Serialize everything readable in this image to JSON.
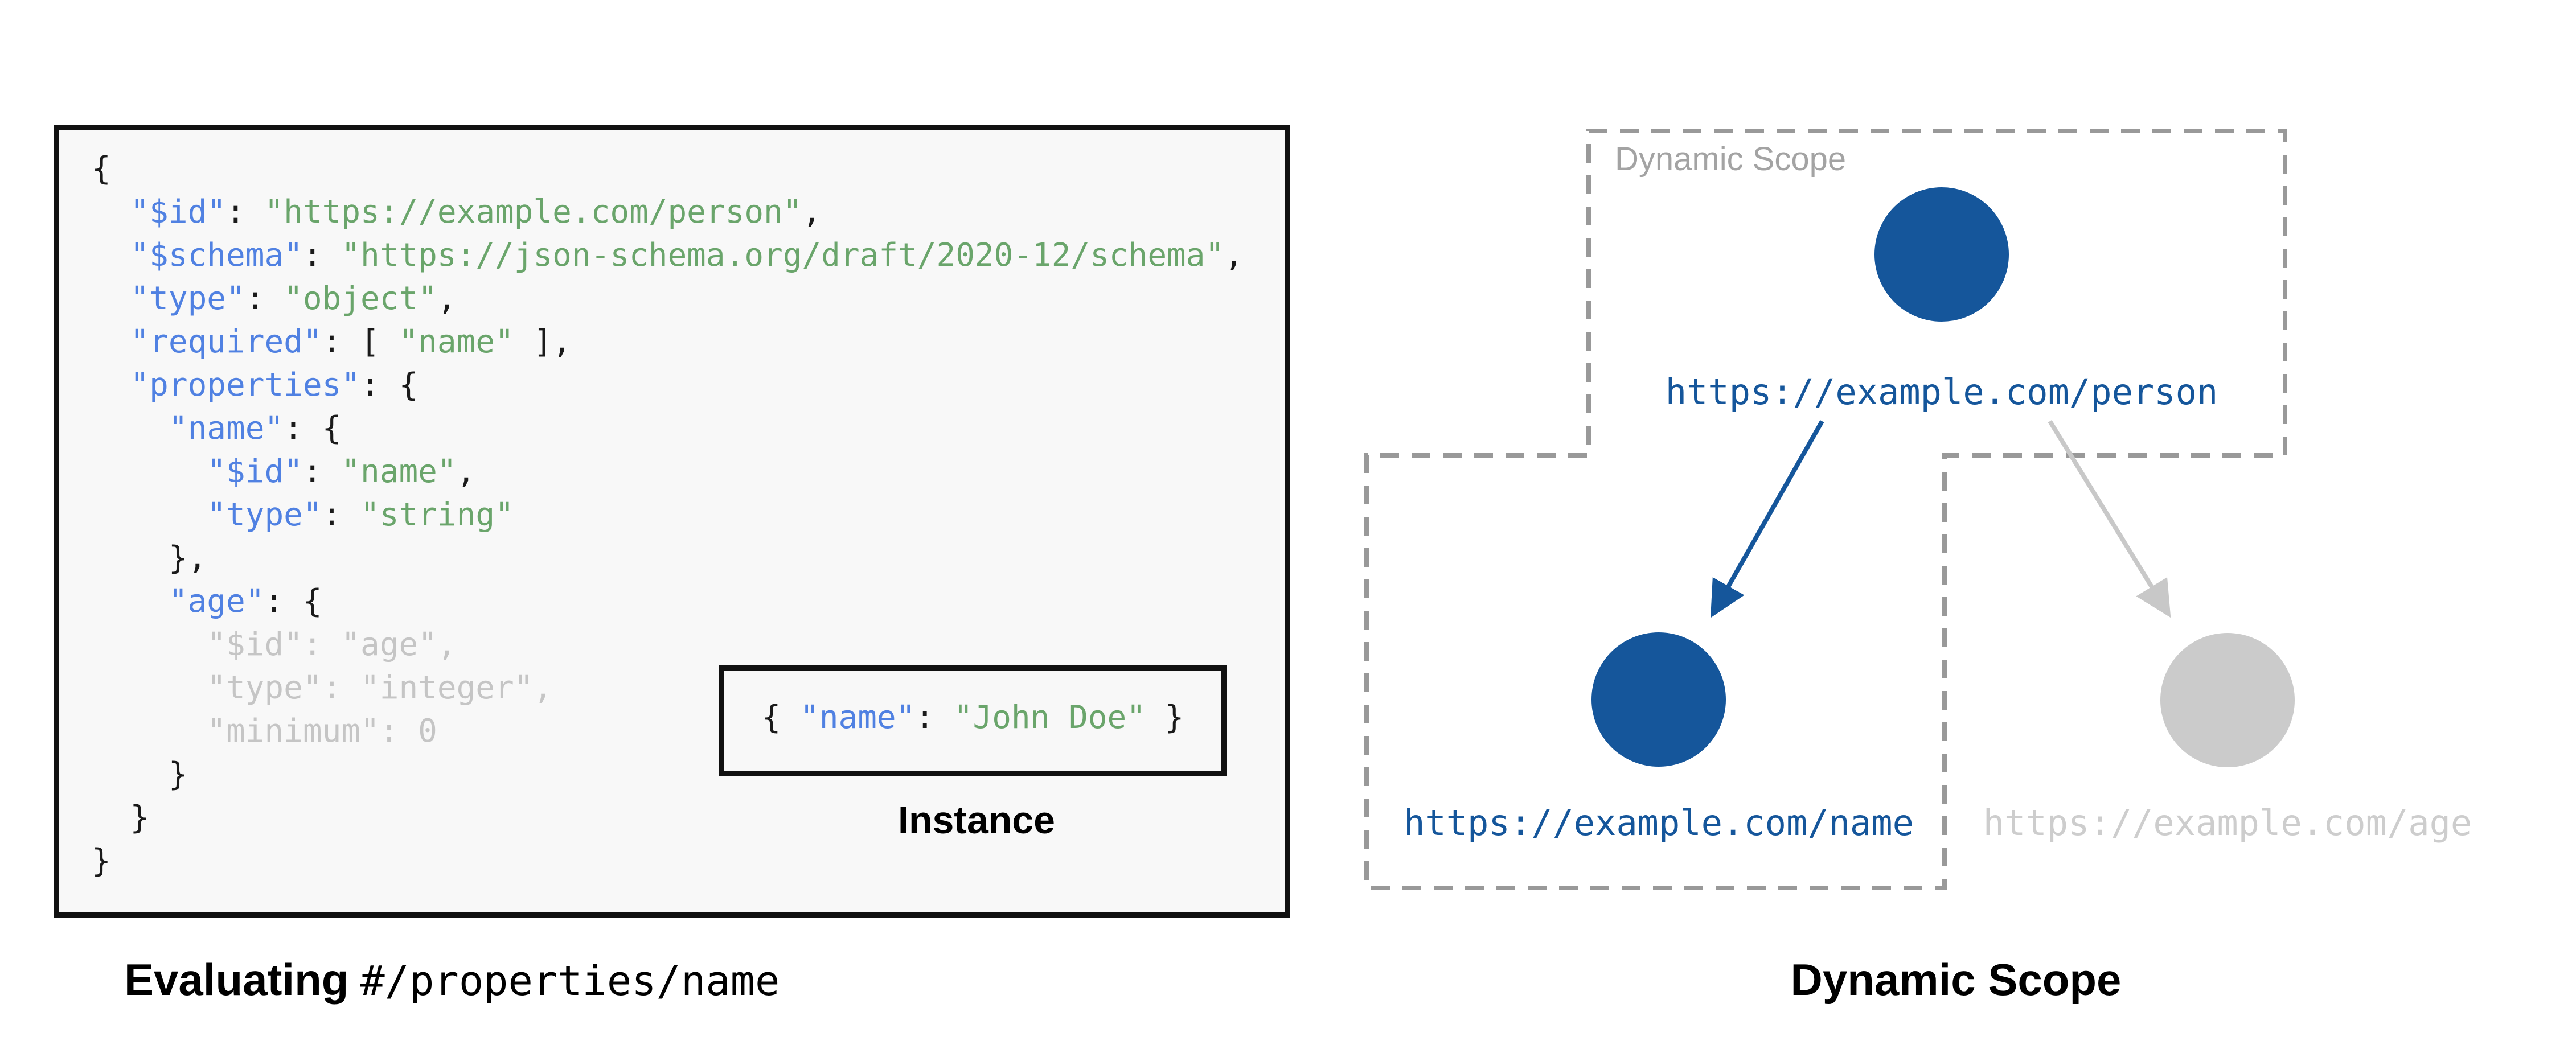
{
  "colors": {
    "page_bg": "#ffffff",
    "code_bg": "#f8f8f8",
    "border_black": "#111111",
    "code_plain": "#1a1a1a",
    "code_key_blue": "#5081e2",
    "code_string_green": "#6aa56b",
    "code_dim_gray": "#c5c5c5",
    "node_blue": "#15569b",
    "node_gray": "#cbcbcb",
    "label_gray": "#cdcdcd",
    "arrow_gray": "#c8c8c8",
    "scope_dash_gray": "#999999",
    "scope_label_gray": "#a3a3a3",
    "caption_black": "#000000"
  },
  "schema_panel": {
    "code": {
      "lines": [
        [
          [
            "p",
            "{"
          ]
        ],
        [
          [
            "p",
            "  "
          ],
          [
            "k",
            "\"$id\""
          ],
          [
            "p",
            ": "
          ],
          [
            "s",
            "\"https://example.com/person\""
          ],
          [
            "p",
            ","
          ]
        ],
        [
          [
            "p",
            "  "
          ],
          [
            "k",
            "\"$schema\""
          ],
          [
            "p",
            ": "
          ],
          [
            "s",
            "\"https://json-schema.org/draft/2020-12/schema\""
          ],
          [
            "p",
            ","
          ]
        ],
        [
          [
            "p",
            "  "
          ],
          [
            "k",
            "\"type\""
          ],
          [
            "p",
            ": "
          ],
          [
            "s",
            "\"object\""
          ],
          [
            "p",
            ","
          ]
        ],
        [
          [
            "p",
            "  "
          ],
          [
            "k",
            "\"required\""
          ],
          [
            "p",
            ": [ "
          ],
          [
            "s",
            "\"name\""
          ],
          [
            "p",
            " ],"
          ]
        ],
        [
          [
            "p",
            "  "
          ],
          [
            "k",
            "\"properties\""
          ],
          [
            "p",
            ": {"
          ]
        ],
        [
          [
            "p",
            "    "
          ],
          [
            "k",
            "\"name\""
          ],
          [
            "p",
            ": {"
          ]
        ],
        [
          [
            "p",
            "      "
          ],
          [
            "k",
            "\"$id\""
          ],
          [
            "p",
            ": "
          ],
          [
            "s",
            "\"name\""
          ],
          [
            "p",
            ","
          ]
        ],
        [
          [
            "p",
            "      "
          ],
          [
            "k",
            "\"type\""
          ],
          [
            "p",
            ": "
          ],
          [
            "s",
            "\"string\""
          ]
        ],
        [
          [
            "p",
            "    },"
          ]
        ],
        [
          [
            "p",
            "    "
          ],
          [
            "k",
            "\"age\""
          ],
          [
            "p",
            ": {"
          ]
        ],
        [
          [
            "d",
            "      \"$id\": \"age\","
          ]
        ],
        [
          [
            "d",
            "      \"type\": \"integer\","
          ]
        ],
        [
          [
            "d",
            "      \"minimum\": 0"
          ]
        ],
        [
          [
            "p",
            "    }"
          ]
        ],
        [
          [
            "p",
            "  }"
          ]
        ],
        [
          [
            "p",
            "}"
          ]
        ]
      ]
    },
    "instance": {
      "tokens": [
        [
          "p",
          "{ "
        ],
        [
          "k",
          "\"name\""
        ],
        [
          "p",
          ": "
        ],
        [
          "s",
          "\"John Doe\""
        ],
        [
          "p",
          " }"
        ]
      ],
      "label": "Instance"
    },
    "caption_bold": "Evaluating",
    "caption_mono": "#/properties/name"
  },
  "scope_panel": {
    "scope_label": "Dynamic Scope",
    "caption": "Dynamic Scope",
    "nodes": [
      {
        "id": "person",
        "label": "https://example.com/person",
        "state": "in-scope"
      },
      {
        "id": "name",
        "label": "https://example.com/name",
        "state": "in-scope"
      },
      {
        "id": "age",
        "label": "https://example.com/age",
        "state": "out-of-scope"
      }
    ]
  }
}
